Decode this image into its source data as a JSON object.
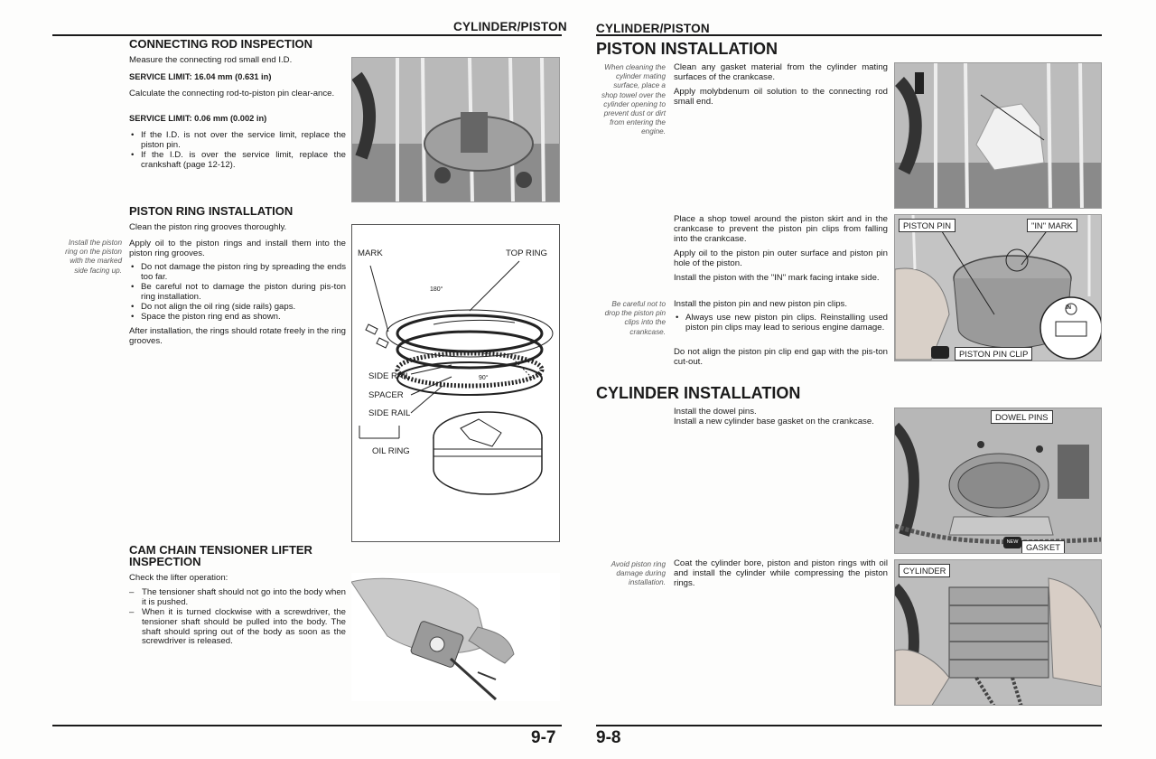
{
  "left": {
    "header": "CYLINDER/PISTON",
    "page_number": "9-7",
    "conrod": {
      "title": "CONNECTING ROD INSPECTION",
      "p1": "Measure the connecting rod small end I.D.",
      "limit1": "SERVICE LIMIT:  16.04 mm (0.631 in)",
      "p2": "Calculate the connecting rod-to-piston pin clear-ance.",
      "limit2": "SERVICE LIMIT:  0.06 mm (0.002 in)",
      "b1": "If the I.D. is not over the service limit, replace the piston pin.",
      "b2": "If the I.D. is over the service limit, replace the crankshaft (page 12-12)."
    },
    "ring": {
      "title": "PISTON RING INSTALLATION",
      "p1": "Clean the piston ring grooves thoroughly.",
      "note": "Install the piston ring on the piston with the marked side facing up.",
      "p2": "Apply oil to the piston rings and install them into the piston ring grooves.",
      "b1": "Do not damage the piston ring by spreading the ends too far.",
      "b2": "Be careful not to damage the piston during pis-ton ring installation.",
      "b3": "Do not align the oil ring (side rails) gaps.",
      "b4": "Space the piston ring end as shown.",
      "p3": "After installation, the rings should rotate freely in the ring grooves.",
      "figure": {
        "mark": "MARK",
        "top_ring": "TOP RING",
        "side_rail_1": "SIDE RAIL",
        "spacer": "SPACER",
        "side_rail_2": "SIDE RAIL",
        "oil_ring": "OIL RING",
        "angle_180": "180°",
        "angle_90a": "90°",
        "angle_90b": "90°"
      }
    },
    "cam": {
      "title_line1": "CAM CHAIN TENSIONER LIFTER",
      "title_line2": "INSPECTION",
      "p1": "Check the lifter operation:",
      "d1": "The tensioner shaft should not go into the body when it is pushed.",
      "d2": "When it is turned clockwise with a screwdriver, the tensioner shaft should be pulled into the body. The shaft should spring out of the body as soon as the screwdriver is released."
    }
  },
  "right": {
    "header": "CYLINDER/PISTON",
    "page_number": "9-8",
    "piston_inst": {
      "title": "PISTON INSTALLATION",
      "note1": "When cleaning the cylinder mating surface, place a shop towel over the cylinder opening to prevent dust or dirt from entering the engine.",
      "p1": "Clean any gasket material from the cylinder mating surfaces of the crankcase.",
      "p2": "Apply molybdenum oil solution to the connecting rod small end.",
      "p3": "Place a shop towel around the piston skirt and in the crankcase to prevent the piston pin clips from falling into the crankcase.",
      "p4": "Apply oil to the piston pin outer surface and piston pin hole of the piston.",
      "p5": "Install the piston with the \"IN\" mark facing intake side.",
      "note2": "Be careful not to drop the piston pin clips into the crankcase.",
      "p6": "Install the piston pin and new piston pin clips.",
      "b1": "Always use new piston pin clips. Reinstalling used piston pin clips may lead to serious engine damage.",
      "p7": "Do not align the piston pin clip end gap with the pis-ton cut-out.",
      "callout_pin": "PISTON PIN",
      "callout_in": "\"IN\" MARK",
      "callout_clip": "PISTON PIN CLIP",
      "in_symbol": "IN"
    },
    "cyl_inst": {
      "title": "CYLINDER INSTALLATION",
      "p1": "Install the dowel pins.",
      "p2": "Install a new cylinder base gasket on the crankcase.",
      "note": "Avoid piston ring damage during installation.",
      "p3": "Coat the cylinder bore, piston and piston rings with oil and install the cylinder while compressing the piston rings.",
      "callout_dowel": "DOWEL PINS",
      "callout_gasket": "GASKET",
      "callout_cyl": "CYLINDER",
      "new_badge": "NEW"
    }
  }
}
